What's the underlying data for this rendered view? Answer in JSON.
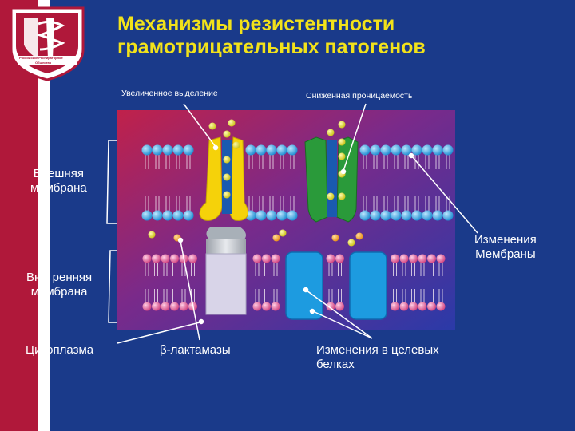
{
  "slide": {
    "title_line1": "Механизмы резистентности",
    "title_line2": "грамотрицательных патогенов",
    "logo_text_line1": "Российское Респираторное",
    "logo_text_line2": "Общество",
    "labels": {
      "increased_efflux": "Увеличенное выделение",
      "reduced_permeability": "Сниженная проницаемость",
      "outer_membrane_line1": "Внешняя",
      "outer_membrane_line2": "мембрана",
      "inner_membrane_line1": "Внутренняя",
      "inner_membrane_line2": "мембрана",
      "cytoplasm": "Цитоплазма",
      "beta_lactamases": "β-лактамазы",
      "membrane_changes_line1": "Изменения",
      "membrane_changes_line2": "Мембраны",
      "target_changes_line1": "Изменения в целевых",
      "target_changes_line2": "белках"
    },
    "colors": {
      "background": "#1a3a8a",
      "left_band": "#b0183a",
      "title": "#f2e21a",
      "outer_lipid_head": "#39b0e8",
      "inner_lipid_head": "#e05a9a",
      "efflux_pump": "#f5d20a",
      "porin": "#2a9a3a",
      "target_protein": "#1d9be0",
      "antibiotic": "#d8d020"
    }
  }
}
